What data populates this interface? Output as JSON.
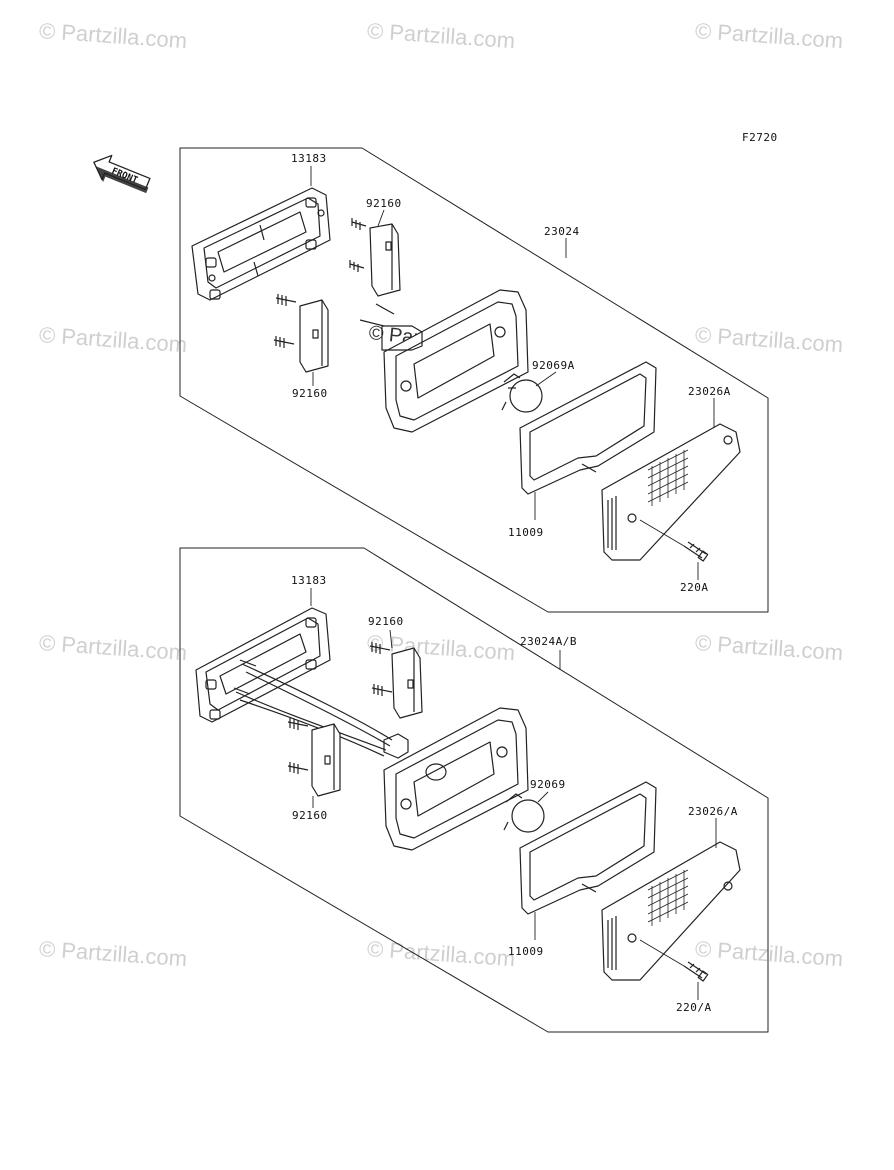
{
  "diagram": {
    "figure_code": "F2720",
    "front_label": "FRONT",
    "watermark_text": "Partzilla.com",
    "top_assembly": {
      "labels": {
        "housing_gasket": "13183",
        "socket_upper": "92160",
        "socket_lower": "92160",
        "lamp_assembly": "23024",
        "bulb": "92069A",
        "lens": "23026A",
        "seal": "11009",
        "screw": "220A"
      }
    },
    "bottom_assembly": {
      "labels": {
        "housing_gasket": "13183",
        "socket_upper": "92160",
        "socket_lower": "92160",
        "lamp_assembly": "23024A/B",
        "bulb": "92069",
        "lens": "23026/A",
        "seal": "11009",
        "screw": "220/A"
      }
    }
  },
  "colors": {
    "line": "#222222",
    "watermark": "#cfcfcf",
    "background": "#ffffff"
  }
}
